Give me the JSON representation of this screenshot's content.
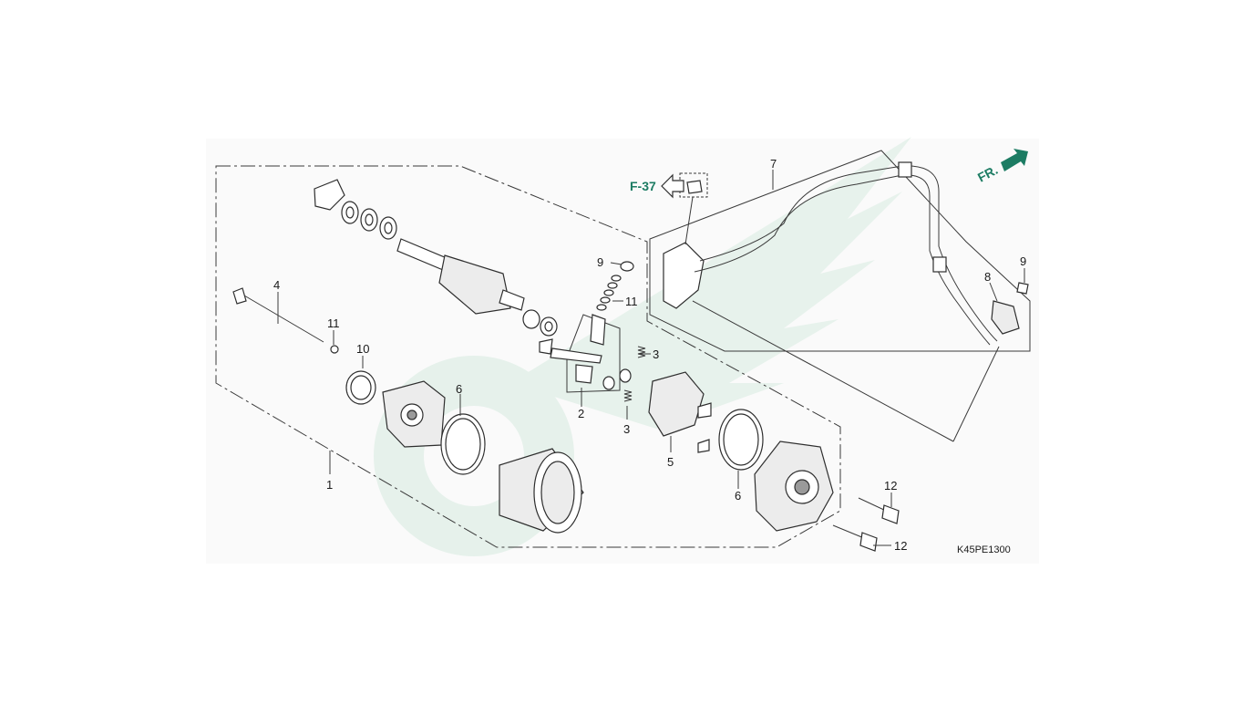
{
  "diagram": {
    "drawing_code": "K45PE1300",
    "ref_page": "F-37",
    "front_marker": "FR.",
    "callouts": {
      "c1": "1",
      "c2": "2",
      "c3a": "3",
      "c3b": "3",
      "c4": "4",
      "c5": "5",
      "c6a": "6",
      "c6b": "6",
      "c7": "7",
      "c8": "8",
      "c9a": "9",
      "c9b": "9",
      "c10": "10",
      "c11a": "11",
      "c11b": "11",
      "c12a": "12",
      "c12b": "12"
    }
  },
  "colors": {
    "accent": "#1c7c63",
    "watermark": "#e4f1ea",
    "line": "#3a3a3a"
  }
}
